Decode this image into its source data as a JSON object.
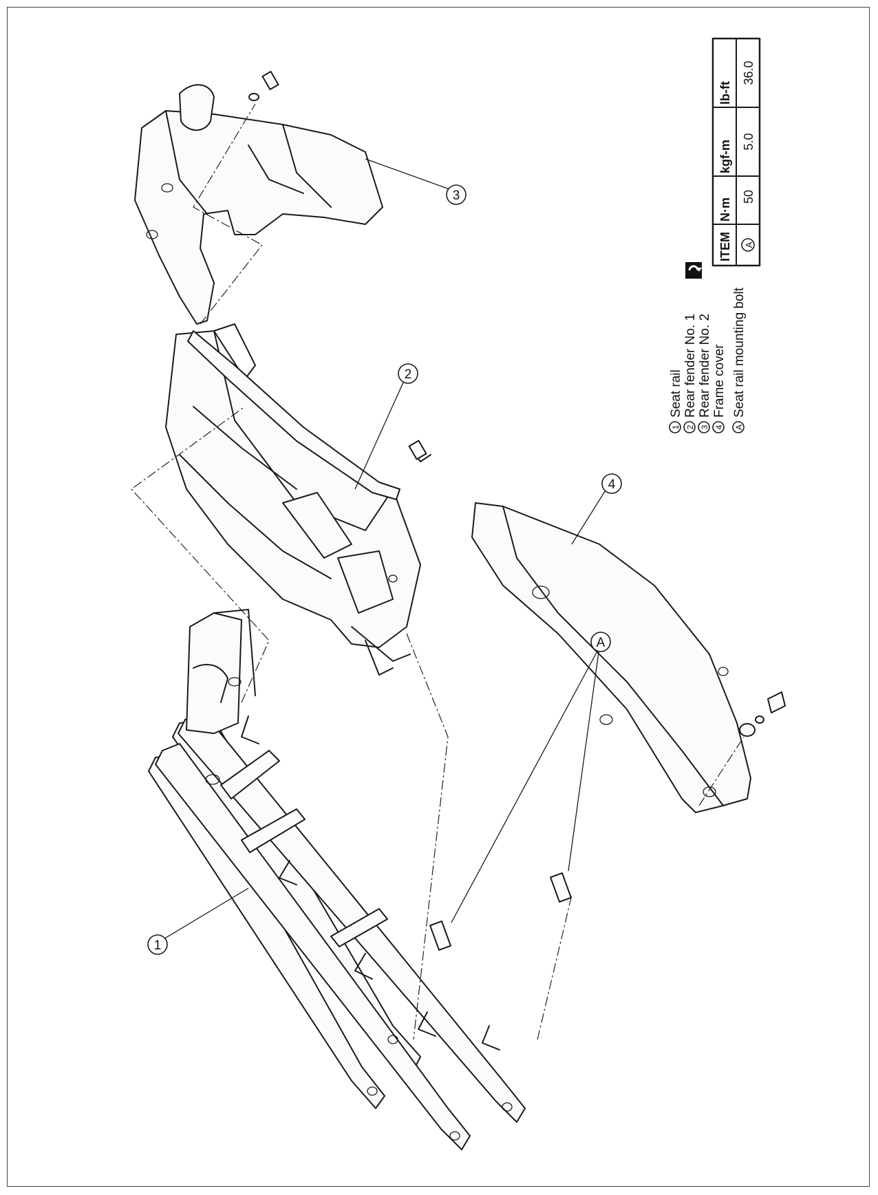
{
  "callouts": {
    "c1": "1",
    "c2": "2",
    "c3": "3",
    "c4": "4",
    "cA": "A"
  },
  "legend": {
    "items": [
      {
        "num": "1",
        "label": "Seat rail"
      },
      {
        "num": "2",
        "label": "Rear fender No. 1"
      },
      {
        "num": "3",
        "label": "Rear fender No. 2"
      },
      {
        "num": "4",
        "label": "Frame cover"
      }
    ],
    "note": {
      "letter": "A",
      "label": "Seat rail mounting bolt"
    }
  },
  "torque_table": {
    "headers": [
      "ITEM",
      "N·m",
      "kgf-m",
      "lb-ft"
    ],
    "rows": [
      {
        "item": "A",
        "nm": "50",
        "kgfm": "5.0",
        "lbft": "36.0"
      }
    ]
  }
}
